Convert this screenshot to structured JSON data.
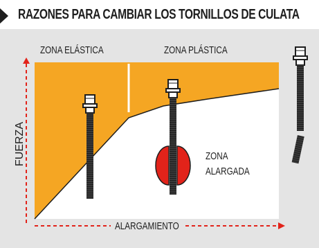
{
  "header": {
    "title": "RAZONES PARA CAMBIAR LOS TORNILLOS DE CULATA"
  },
  "diagram": {
    "zone_elastic_label": "ZONA ELÁSTICA",
    "zone_plastic_label": "ZONA PLÁSTICA",
    "stretched_zone_line1": "ZONA",
    "stretched_zone_line2": "ALARGADA",
    "x_axis_label": "ALARGAMIENTO",
    "y_axis_label": "FUERZA",
    "colors": {
      "fill": "#f5a623",
      "background": "#e4e4e4",
      "axis_arrow": "#e2231a",
      "stretch_marker": "#e2231a",
      "bolt": "#1e1e1e"
    }
  }
}
